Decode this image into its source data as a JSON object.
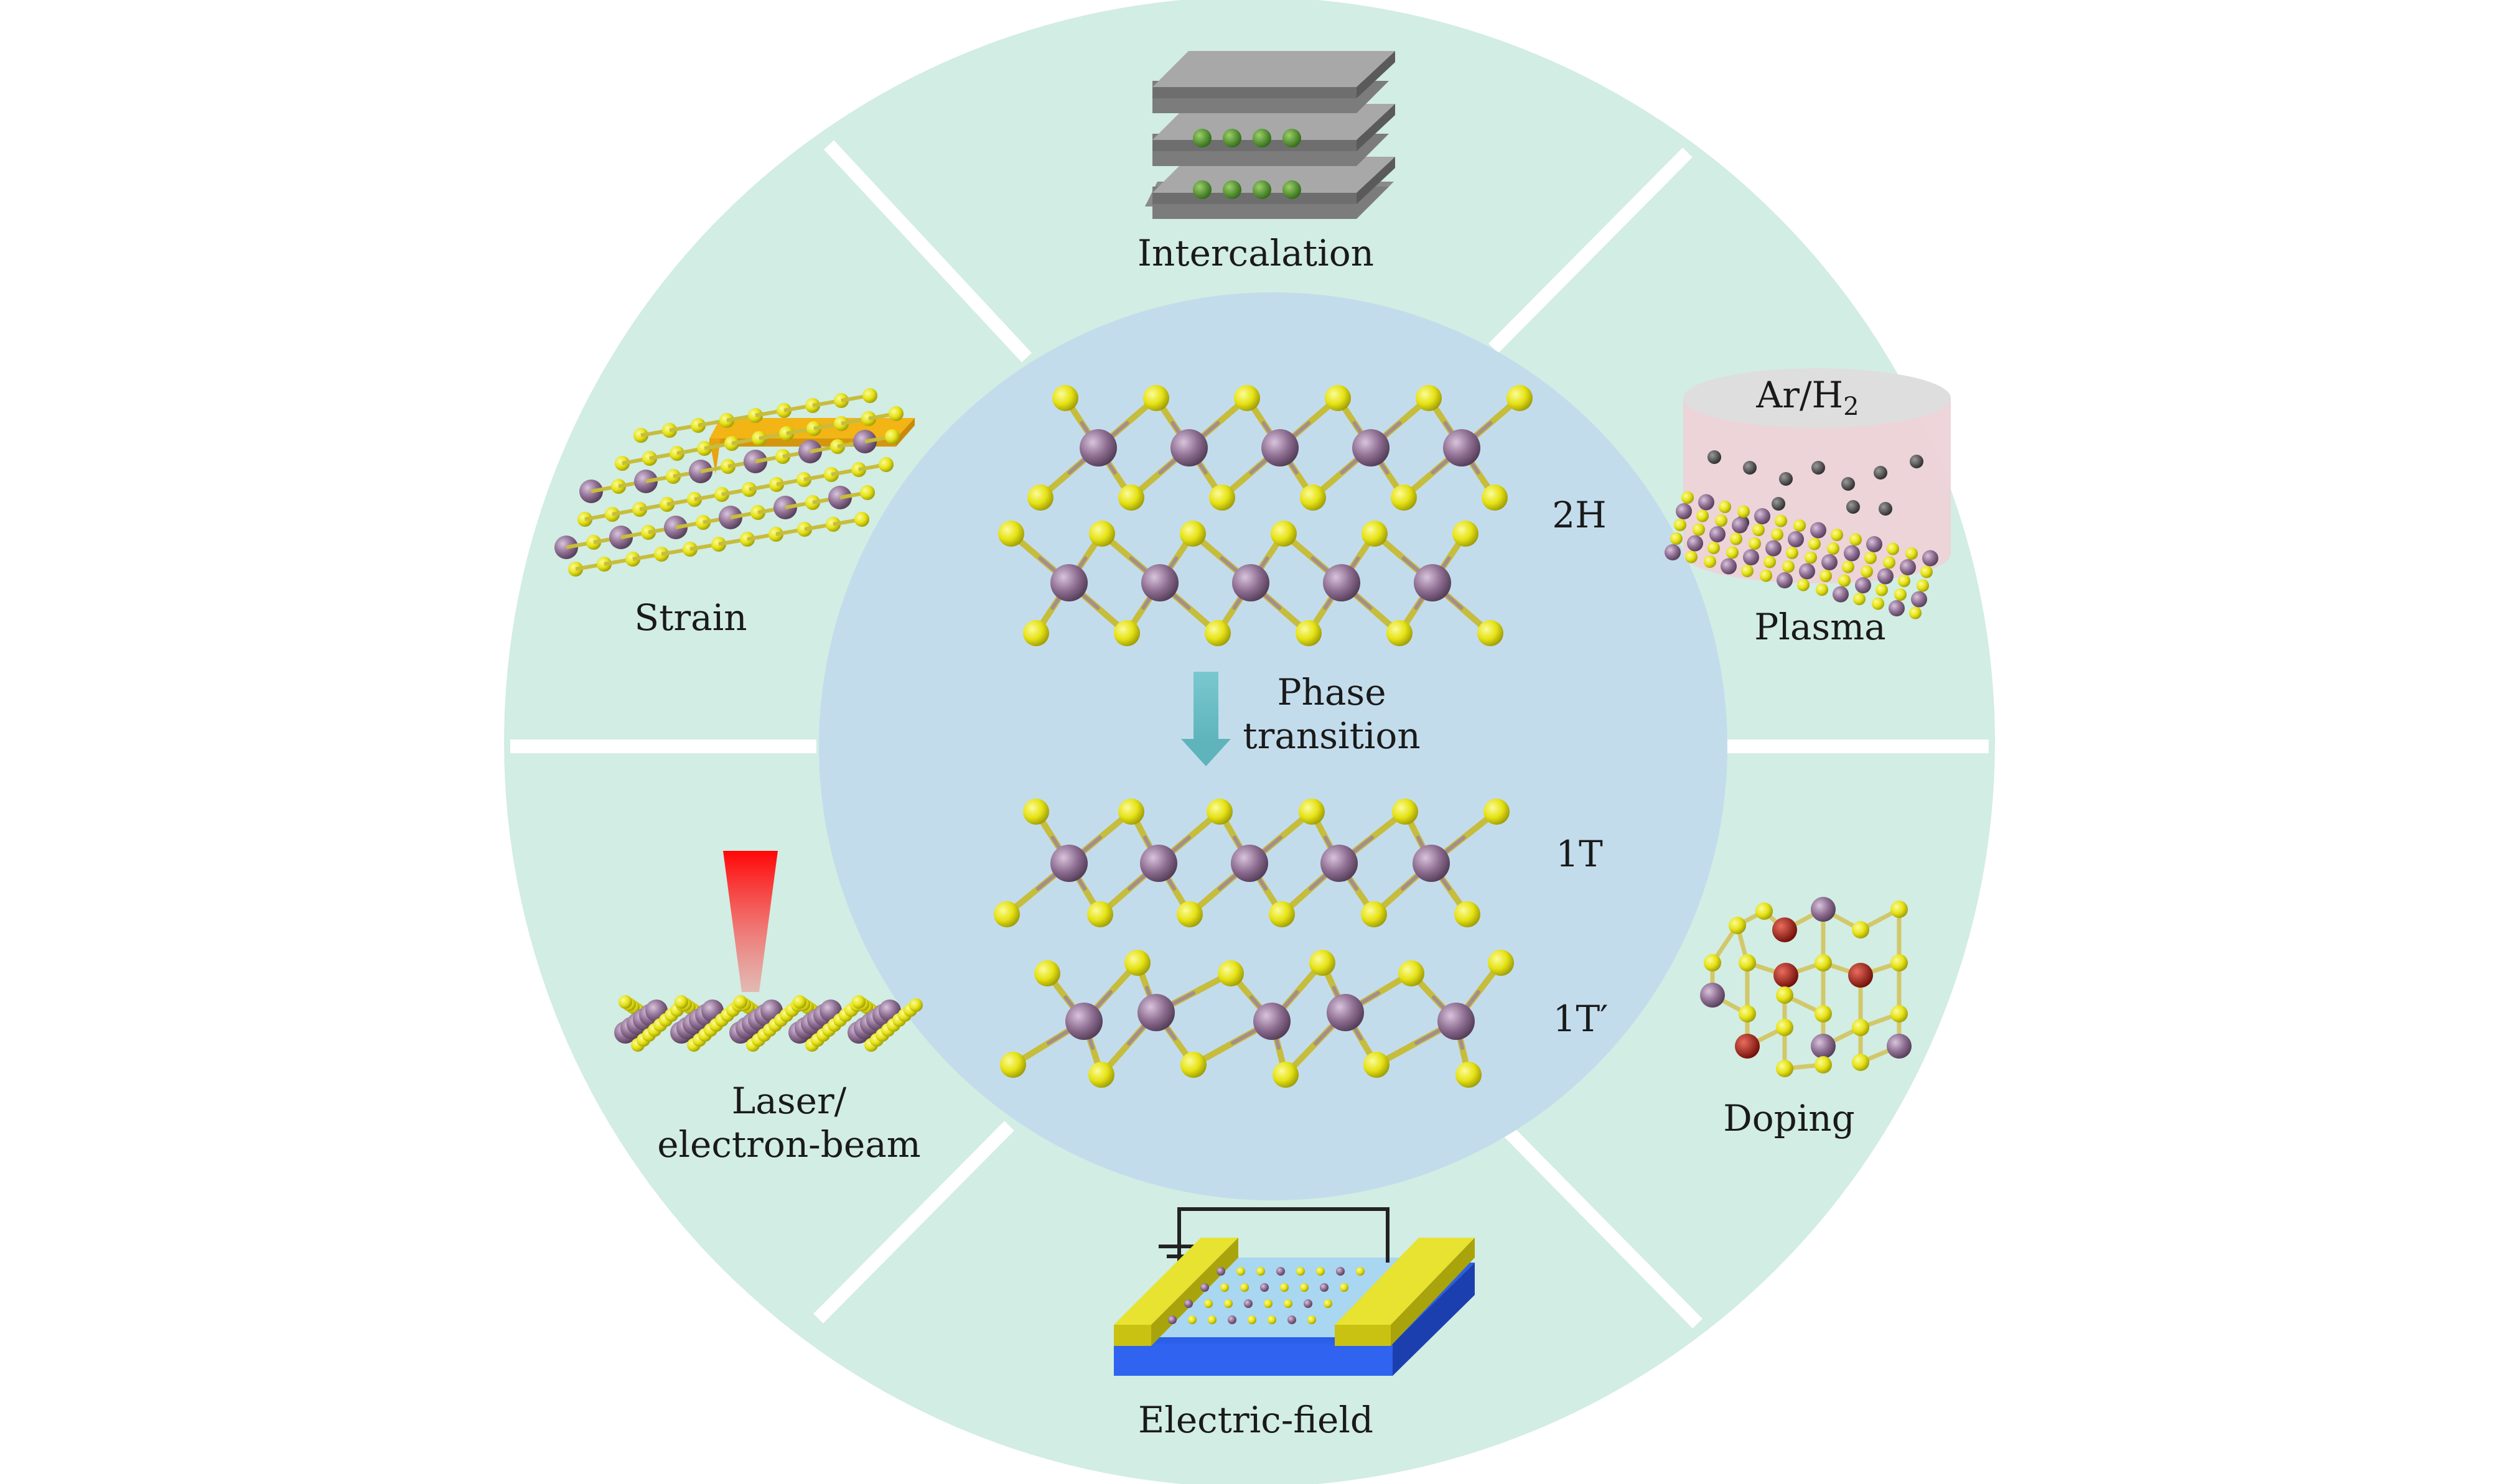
{
  "colors": {
    "outer_ring": "#d2ede3",
    "inner_circle": "#c3dcec",
    "divider": "#ffffff",
    "sulfur": "#e8e414",
    "metal": "#8e6e92",
    "dopant": "#b01c10",
    "arrow": "#6cc1c8",
    "gold_tip": "#f3b416",
    "plasma_body": "#edd3d8",
    "plasma_top": "#dedede",
    "electrode": "#d8d21a",
    "substrate": "#2a5fe8",
    "film": "#a9d6f0",
    "laser": "#f21010"
  },
  "labels": {
    "intercalation": "Intercalation",
    "plasma": "Plasma",
    "plasma_gas": "Ar/H",
    "plasma_gas_sub": "2",
    "doping": "Doping",
    "electric_field": "Electric-field",
    "laser_line1": "Laser/",
    "laser_line2": "electron-beam",
    "strain": "Strain",
    "phase_line1": "Phase",
    "phase_line2": "transition",
    "phase_2h": "2H",
    "phase_1t": "1T",
    "phase_1t_prime": "1T′"
  }
}
